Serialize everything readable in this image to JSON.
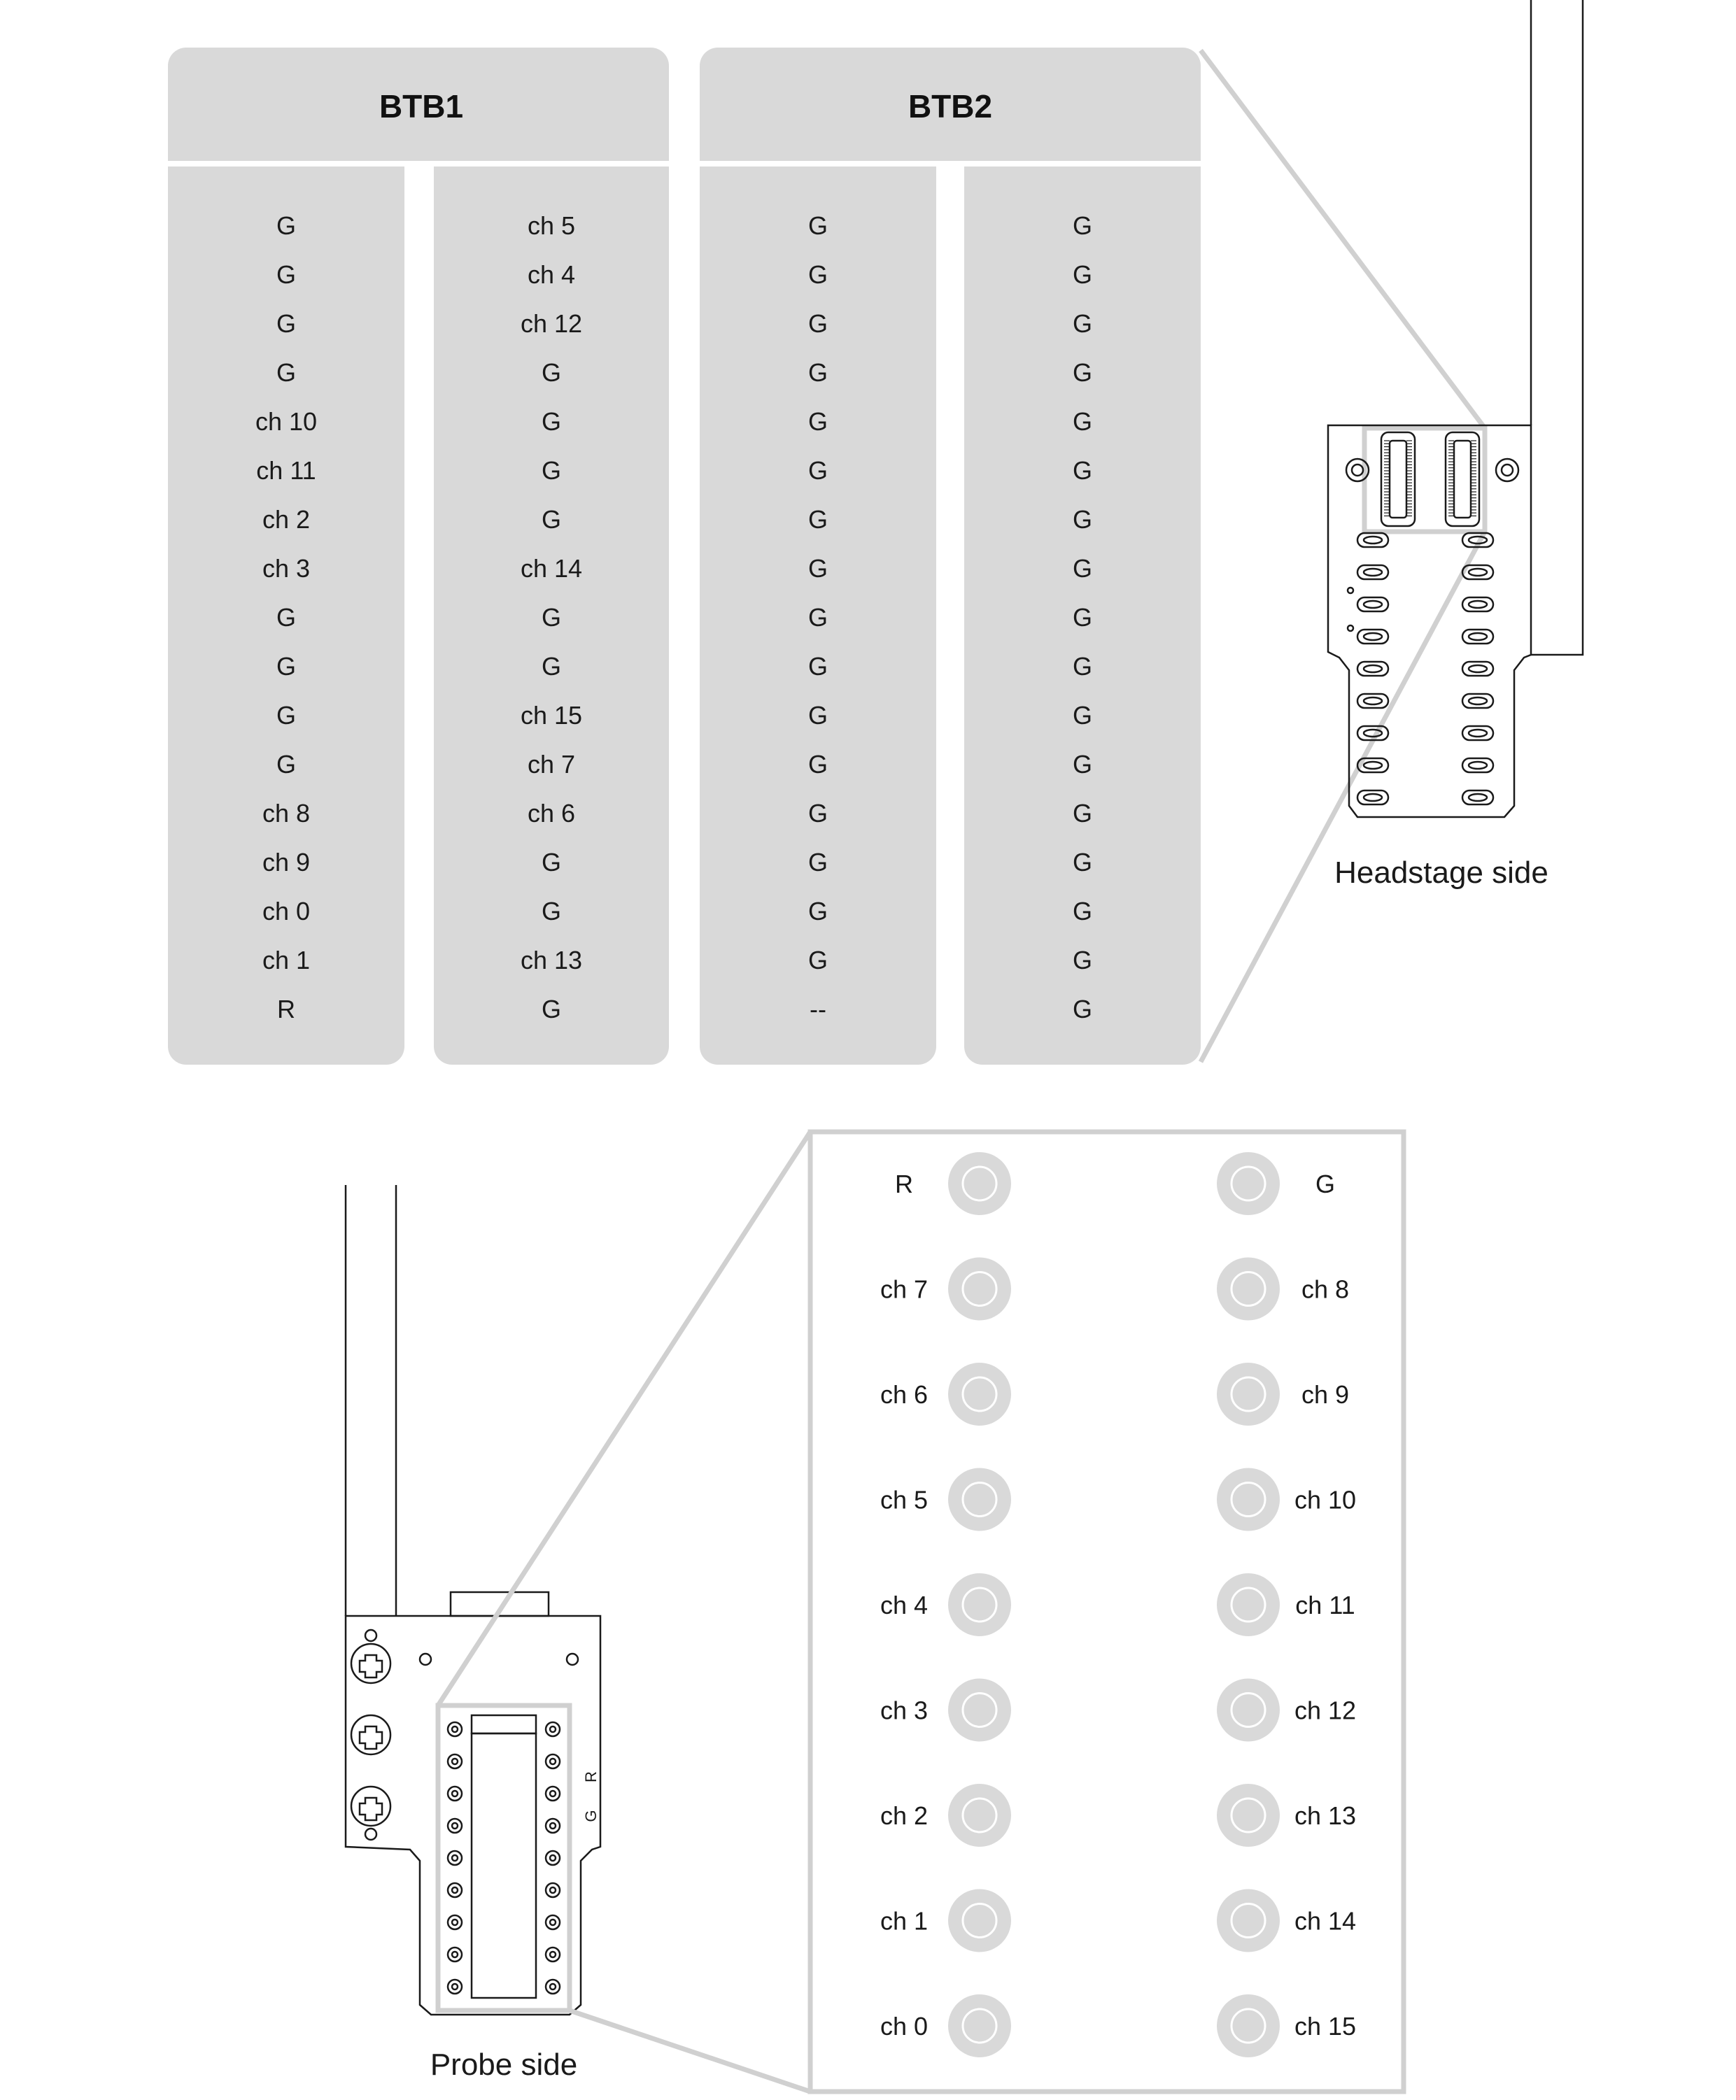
{
  "btb_table": {
    "headers": [
      "BTB1",
      "BTB2"
    ],
    "columns": [
      [
        "G",
        "G",
        "G",
        "G",
        "ch 10",
        "ch 11",
        "ch 2",
        "ch 3",
        "G",
        "G",
        "G",
        "G",
        "ch 8",
        "ch 9",
        "ch 0",
        "ch 1",
        "R"
      ],
      [
        "ch 5",
        "ch 4",
        "ch 12",
        "G",
        "G",
        "G",
        "G",
        "ch 14",
        "G",
        "G",
        "ch 15",
        "ch 7",
        "ch 6",
        "G",
        "G",
        "ch 13",
        "G"
      ],
      [
        "G",
        "G",
        "G",
        "G",
        "G",
        "G",
        "G",
        "G",
        "G",
        "G",
        "G",
        "G",
        "G",
        "G",
        "G",
        "G",
        "--"
      ],
      [
        "G",
        "G",
        "G",
        "G",
        "G",
        "G",
        "G",
        "G",
        "G",
        "G",
        "G",
        "G",
        "G",
        "G",
        "G",
        "G",
        "G"
      ]
    ]
  },
  "headstage": {
    "caption": "Headstage side"
  },
  "probe": {
    "caption": "Probe side",
    "board_marks": [
      "R",
      "G"
    ],
    "left_pads": [
      "R",
      "ch 7",
      "ch 6",
      "ch 5",
      "ch 4",
      "ch 3",
      "ch 2",
      "ch 1",
      "ch 0"
    ],
    "right_pads": [
      "G",
      "ch 8",
      "ch 9",
      "ch 10",
      "ch 11",
      "ch 12",
      "ch 13",
      "ch 14",
      "ch 15"
    ]
  },
  "colors": {
    "panel": "#d9d9d9",
    "line": "#1a1a1a",
    "callout": "#d0d0d0"
  }
}
